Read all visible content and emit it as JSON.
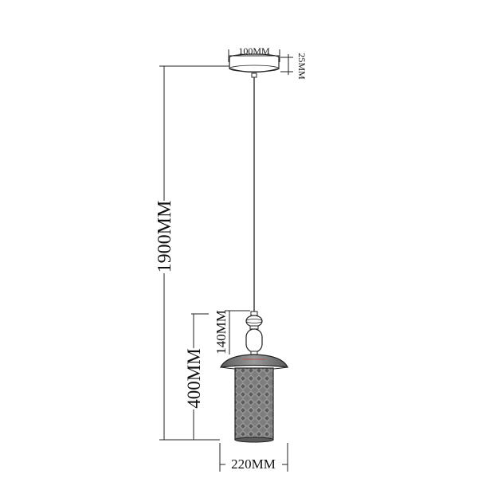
{
  "dimensions": {
    "canopy_width": "100MM",
    "canopy_height": "25MM",
    "total_drop": "1900MM",
    "connector_height": "140MM",
    "lamp_height": "400MM",
    "lamp_width": "220MM"
  },
  "colors": {
    "line": "#222222",
    "glass_fill": "#7d7d7d",
    "glass_dark": "#4a4a4a",
    "glass_light": "#b0b0b0",
    "background": "#ffffff"
  }
}
